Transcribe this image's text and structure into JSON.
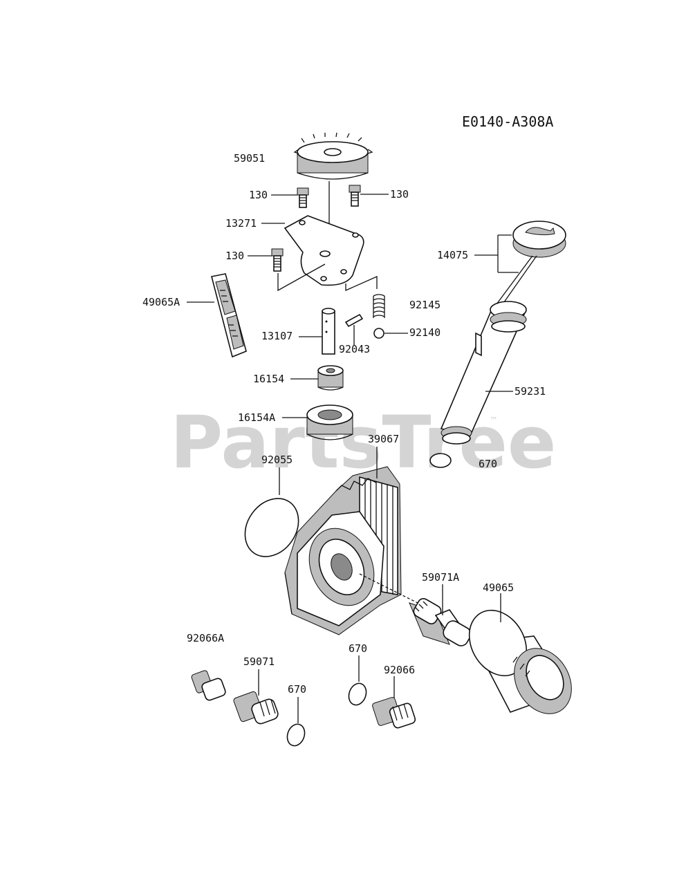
{
  "diagram": {
    "code": "E0140-A308A",
    "watermark": "PartsTree",
    "watermark_tm": "™",
    "labels": {
      "p59051": "59051",
      "p130_left": "130",
      "p130_right": "130",
      "p13271": "13271",
      "p130_mid": "130",
      "p14075": "14075",
      "p49065A": "49065A",
      "p92145": "92145",
      "p13107": "13107",
      "p92140": "92140",
      "p92043": "92043",
      "p16154": "16154",
      "p59231": "59231",
      "p16154A": "16154A",
      "p39067": "39067",
      "p92055": "92055",
      "p670_top": "670",
      "p59071A": "59071A",
      "p49065": "49065",
      "p92066A": "92066A",
      "p670_mid": "670",
      "p59071": "59071",
      "p92066": "92066",
      "p670_low": "670"
    }
  }
}
